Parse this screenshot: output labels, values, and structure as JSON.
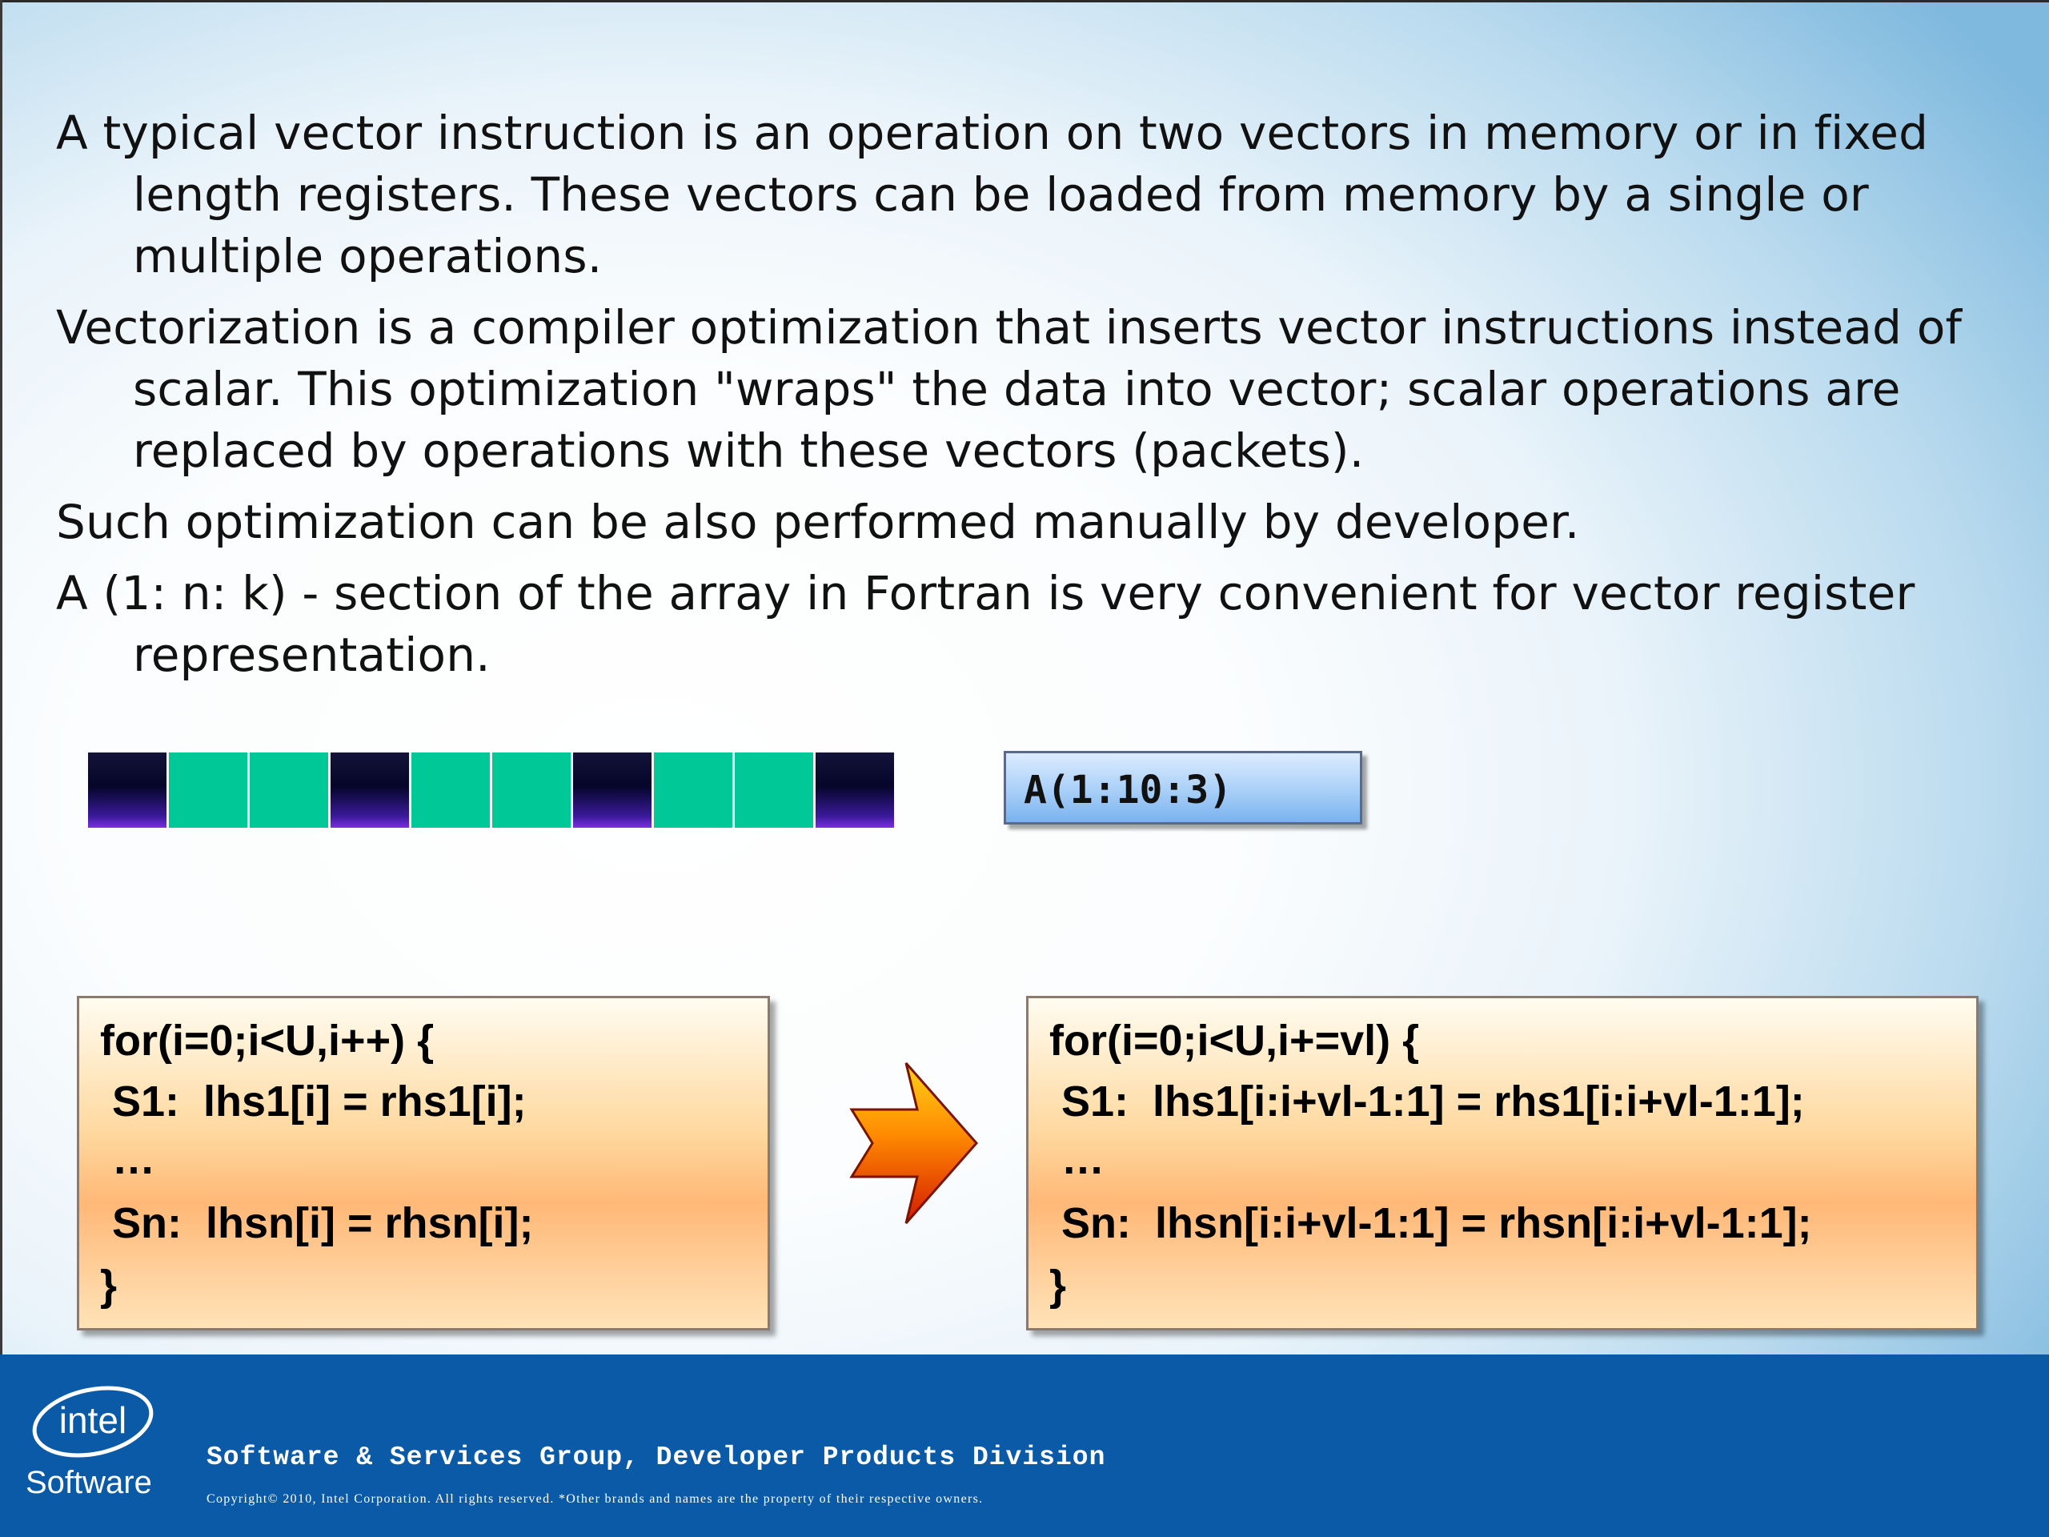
{
  "bullets": [
    "A typical vector instruction is an operation on two vectors in memory or in fixed length registers. These vectors can be loaded from memory by a single or multiple operations.",
    "Vectorization is a compiler optimization that inserts vector instructions instead of scalar.  This optimization \"wraps\" the data into vector; scalar operations are replaced by operations with these vectors (packets).",
    "Such optimization can be also performed manually by developer.",
    "A (1: n: k) - section of the array in Fortran is very convenient for vector register representation."
  ],
  "array_cells": [
    "dark",
    "light",
    "light",
    "dark",
    "light",
    "light",
    "dark",
    "light",
    "light",
    "dark"
  ],
  "array_section_label": "A(1:10:3)",
  "code_scalar": {
    "line1": "for(i=0;i<U,i++) {",
    "line2": " S1:  lhs1[i] = rhs1[i];",
    "line3": " …",
    "line4": " Sn:  lhsn[i] = rhsn[i];",
    "line5": "}"
  },
  "code_vector": {
    "line1": "for(i=0;i<U,i+=vl) {",
    "line2": " S1:  lhs1[i:i+vl-1:1] = rhs1[i:i+vl-1:1];",
    "line3": " …",
    "line4": " Sn:  lhsn[i:i+vl-1:1] = rhsn[i:i+vl-1:1];",
    "line5": "}"
  },
  "arrow_icon": "right-arrow-icon",
  "colors": {
    "array_dark": "#05052a",
    "array_light": "#00c896",
    "footer_bg": "#0a5aa8"
  },
  "footer": {
    "logo_text": "intel",
    "logo_sub": "Software",
    "title": "Software & Services Group, Developer Products Division",
    "copyright": "Copyright© 2010, Intel Corporation. All rights reserved. *Other brands and names are the property of their respective owners."
  }
}
